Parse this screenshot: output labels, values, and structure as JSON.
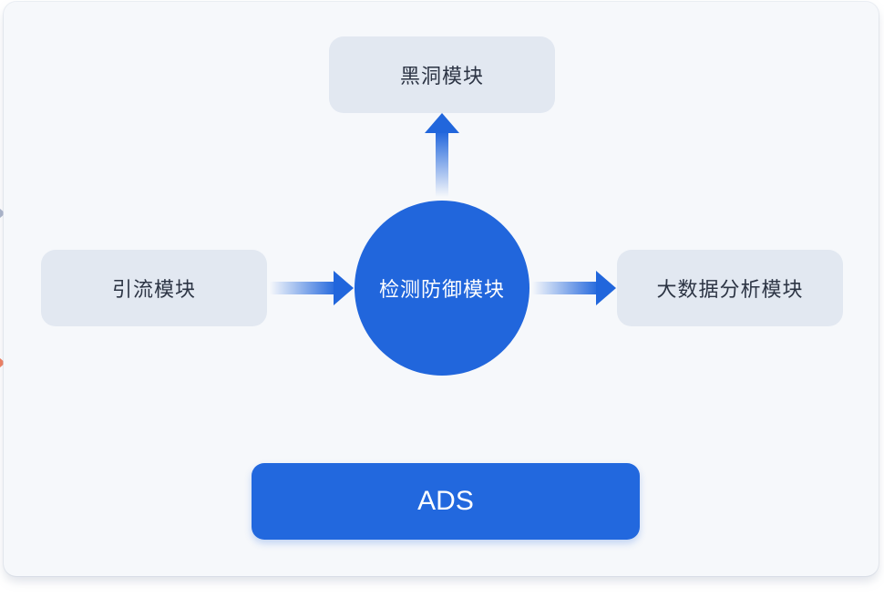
{
  "modules": {
    "blackhole": "黑洞模块",
    "divert": "引流模块",
    "detection": "检测防御模块",
    "bigdata": "大数据分析模块"
  },
  "platform": {
    "label": "ADS"
  },
  "colors": {
    "primary": "#2166dc",
    "module_bg": "#e2e8f1",
    "panel_bg": "#f6f8fb",
    "text": "#2c3444"
  }
}
